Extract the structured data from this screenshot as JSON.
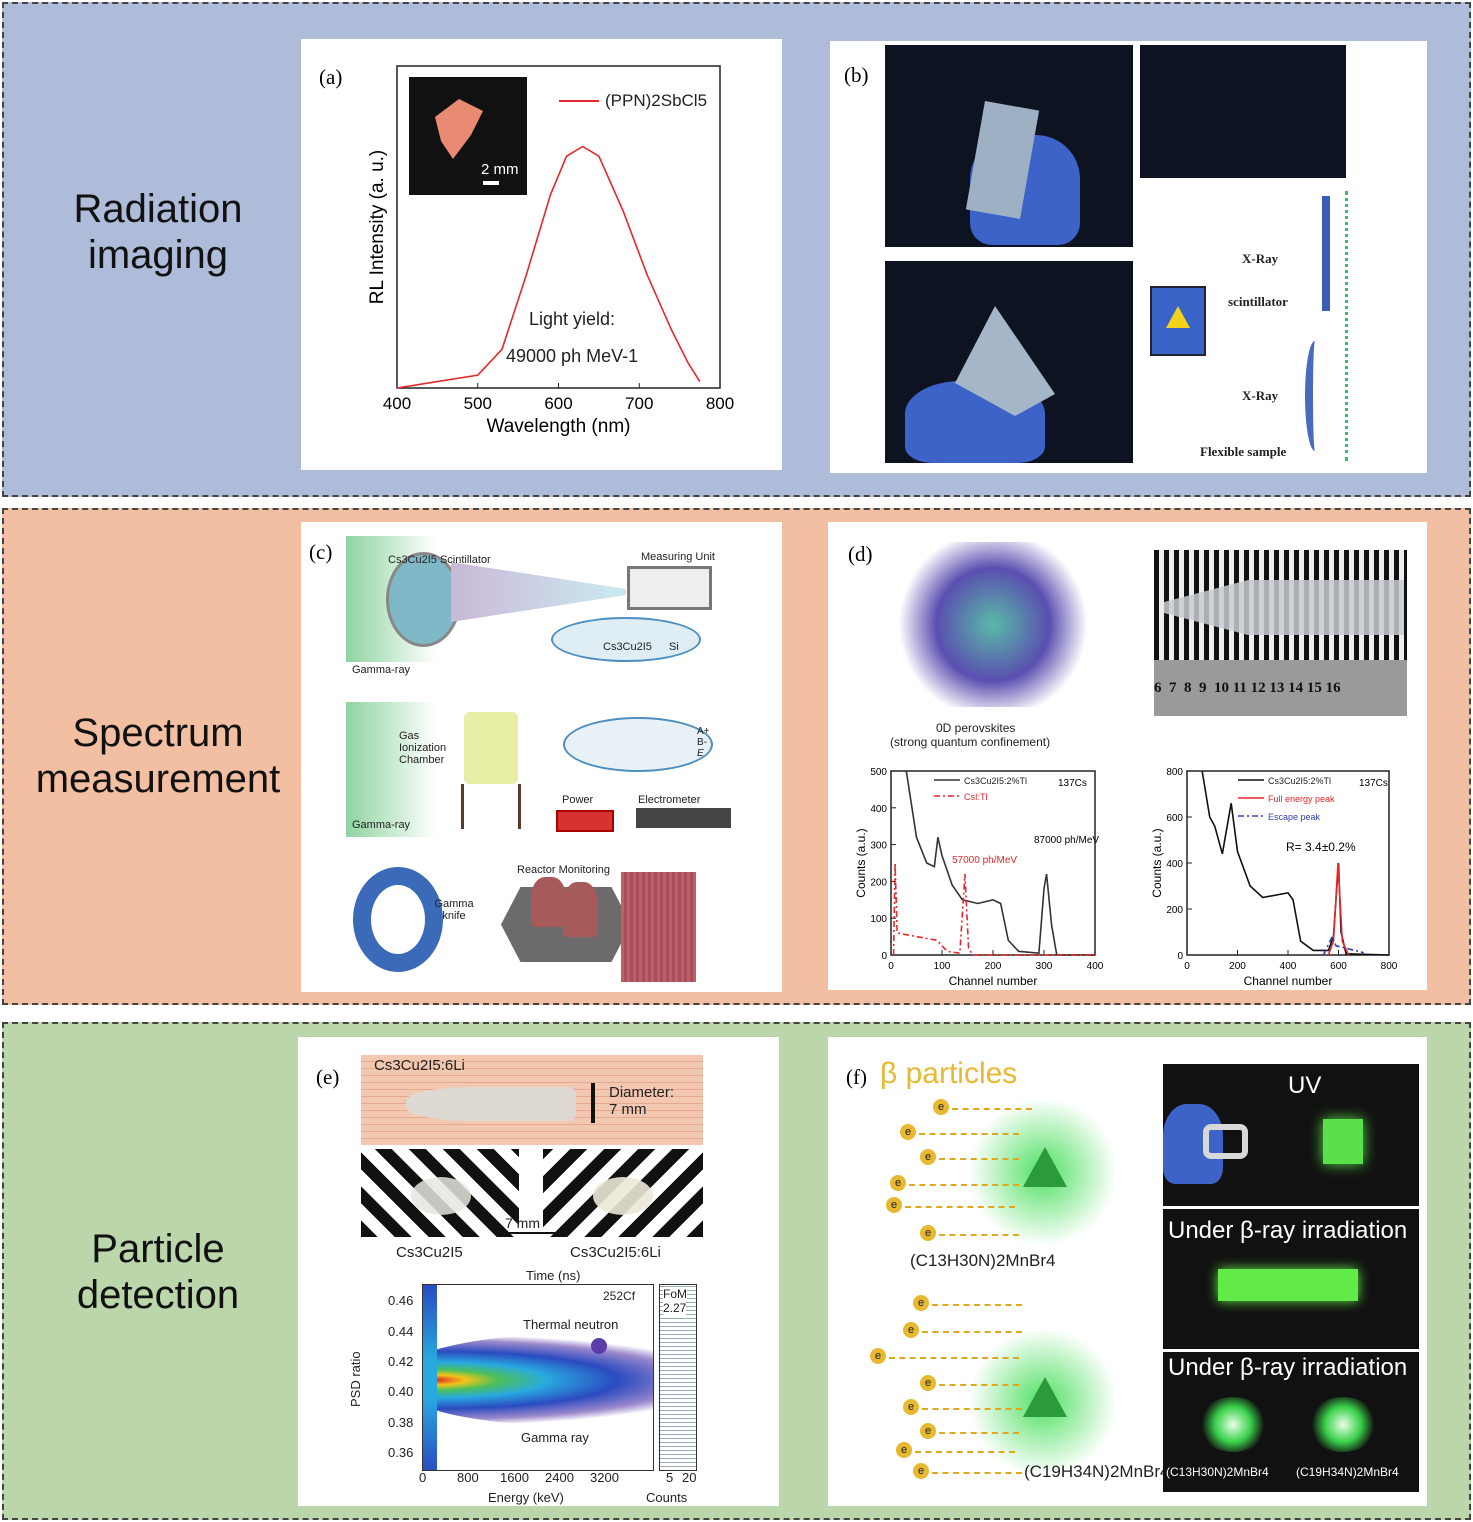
{
  "rows": [
    {
      "label_line1": "Radiation",
      "label_line2": "imaging"
    },
    {
      "label_line1": "Spectrum",
      "label_line2": "measurement"
    },
    {
      "label_line1": "Particle",
      "label_line2": "detection"
    }
  ],
  "panels": {
    "a": {
      "tag": "(a)",
      "legend": "(PPN)2SbCl5",
      "scale_bar": "2 mm",
      "annotation_line1": "Light yield:",
      "annotation_line2": "49000 ph MeV-1"
    },
    "b": {
      "tag": "(b)",
      "xray1": "X-Ray",
      "scintillator": "scintillator",
      "xray2": "X-Ray",
      "flexible": "Flexible sample"
    },
    "c": {
      "tag": "(c)",
      "scintillator": "Cs3Cu2I5 Scintillator",
      "measuring": "Measuring Unit",
      "inset": "Cs3Cu2I5",
      "si": "Si",
      "gamma1": "Gamma-ray",
      "gas": "Gas Ionization Chamber",
      "gamma2": "Gamma-ray",
      "power": "Power",
      "electrometer": "Electrometer",
      "plus_a": "A+",
      "minus_b": "B-",
      "field": "E",
      "gamma_knife": "Gamma knife",
      "reactor": "Reactor Monitoring"
    },
    "d": {
      "tag": "(d)",
      "structure_caption_1": "0D perovskites",
      "structure_caption_2": "(strong quantum confinement)",
      "ruler_numbers": "6  7  8  9  10 11 12 13 14 15 16"
    },
    "e": {
      "tag": "(e)",
      "crystal": "Cs3Cu2I5:6Li",
      "diameter": "Diameter:",
      "diameter_val": "7 mm",
      "scale": "7 mm",
      "sample1": "Cs3Cu2I5",
      "sample2": "Cs3Cu2I5:6Li",
      "time": "Time (ns)",
      "source": "252Cf",
      "thermal": "Thermal neutron",
      "gamma": "Gamma ray",
      "ylabel": "PSD ratio",
      "xlabel": "Energy (keV)",
      "yticks": [
        "0.46",
        "0.44",
        "0.42",
        "0.40",
        "0.38",
        "0.36"
      ],
      "xticks": [
        "0",
        "800",
        "1600",
        "2400",
        "3200"
      ],
      "fom": "FoM",
      "fom_val": "2.27",
      "count_ticks": [
        "5",
        "20"
      ],
      "counts": "Counts"
    },
    "f": {
      "tag": "(f)",
      "title": "β particles",
      "electron": "e",
      "mol1": "(C13H30N)2MnBr4",
      "mol2": "(C19H34N)2MnBr4",
      "uv": "UV",
      "beta1": "Under β-ray irradiation",
      "beta2": "Under β-ray irradiation",
      "cap1": "(C13H30N)2MnBr4",
      "cap2": "(C19H34N)2MnBr4"
    }
  },
  "chart_data": [
    {
      "id": "a",
      "type": "line",
      "xlabel": "Wavelength (nm)",
      "ylabel": "RL Intensity (a. u.)",
      "xlim": [
        400,
        800
      ],
      "ylim": [
        0,
        1
      ],
      "xticks": [
        400,
        500,
        600,
        700,
        800
      ],
      "series": [
        {
          "name": "(PPN)2SbCl5",
          "color": "#e8262a",
          "points": [
            [
              400,
              0
            ],
            [
              450,
              0.02
            ],
            [
              500,
              0.04
            ],
            [
              530,
              0.12
            ],
            [
              560,
              0.35
            ],
            [
              590,
              0.6
            ],
            [
              610,
              0.72
            ],
            [
              630,
              0.75
            ],
            [
              650,
              0.72
            ],
            [
              680,
              0.55
            ],
            [
              710,
              0.35
            ],
            [
              740,
              0.18
            ],
            [
              760,
              0.08
            ],
            [
              775,
              0.02
            ]
          ]
        }
      ]
    },
    {
      "id": "d1",
      "type": "line",
      "xlabel": "Channel number",
      "ylabel": "Counts (a.u.)",
      "xlim": [
        0,
        400
      ],
      "ylim": [
        0,
        500
      ],
      "xticks": [
        0,
        100,
        200,
        300,
        400
      ],
      "yticks": [
        0,
        100,
        200,
        300,
        400,
        500
      ],
      "source": "137Cs",
      "annotations": [
        "87000 ph/MeV",
        "57000 ph/MeV"
      ],
      "series": [
        {
          "name": "Cs3Cu2I5:2%Tl",
          "color": "#333333",
          "dash": "",
          "points": [
            [
              30,
              500
            ],
            [
              50,
              320
            ],
            [
              70,
              250
            ],
            [
              85,
              240
            ],
            [
              92,
              320
            ],
            [
              100,
              270
            ],
            [
              120,
              190
            ],
            [
              140,
              150
            ],
            [
              170,
              140
            ],
            [
              200,
              150
            ],
            [
              215,
              140
            ],
            [
              230,
              40
            ],
            [
              250,
              10
            ],
            [
              290,
              5
            ],
            [
              300,
              180
            ],
            [
              305,
              220
            ],
            [
              315,
              80
            ],
            [
              325,
              0
            ],
            [
              400,
              0
            ]
          ]
        },
        {
          "name": "CsI:Tl",
          "color": "#e8262a",
          "dash": "6,3,2,3",
          "points": [
            [
              5,
              0
            ],
            [
              8,
              250
            ],
            [
              12,
              60
            ],
            [
              50,
              50
            ],
            [
              90,
              40
            ],
            [
              110,
              10
            ],
            [
              135,
              5
            ],
            [
              145,
              220
            ],
            [
              152,
              20
            ],
            [
              160,
              0
            ],
            [
              400,
              0
            ]
          ]
        }
      ]
    },
    {
      "id": "d2",
      "type": "line",
      "xlabel": "Channel number",
      "ylabel": "Counts (a.u.)",
      "xlim": [
        0,
        800
      ],
      "ylim": [
        0,
        800
      ],
      "xticks": [
        0,
        200,
        400,
        600,
        800
      ],
      "yticks": [
        0,
        200,
        400,
        600,
        800
      ],
      "source": "137Cs",
      "annotations": [
        "R= 3.4±0.2%"
      ],
      "series": [
        {
          "name": "Cs3Cu2I5:2%Tl",
          "color": "#111111",
          "dash": "",
          "points": [
            [
              60,
              800
            ],
            [
              90,
              600
            ],
            [
              110,
              560
            ],
            [
              140,
              440
            ],
            [
              175,
              660
            ],
            [
              200,
              450
            ],
            [
              250,
              300
            ],
            [
              300,
              250
            ],
            [
              400,
              270
            ],
            [
              420,
              240
            ],
            [
              450,
              60
            ],
            [
              500,
              20
            ],
            [
              560,
              20
            ],
            [
              580,
              80
            ],
            [
              600,
              400
            ],
            [
              610,
              100
            ],
            [
              630,
              5
            ],
            [
              800,
              0
            ]
          ]
        },
        {
          "name": "Full energy peak",
          "color": "#e8262a",
          "dash": "",
          "points": [
            [
              560,
              0
            ],
            [
              580,
              60
            ],
            [
              598,
              400
            ],
            [
              615,
              60
            ],
            [
              640,
              0
            ]
          ]
        },
        {
          "name": "Escape peak",
          "color": "#3340b0",
          "dash": "6,3,2,3",
          "points": [
            [
              540,
              0
            ],
            [
              575,
              80
            ],
            [
              590,
              40
            ],
            [
              700,
              10
            ]
          ]
        }
      ]
    }
  ]
}
